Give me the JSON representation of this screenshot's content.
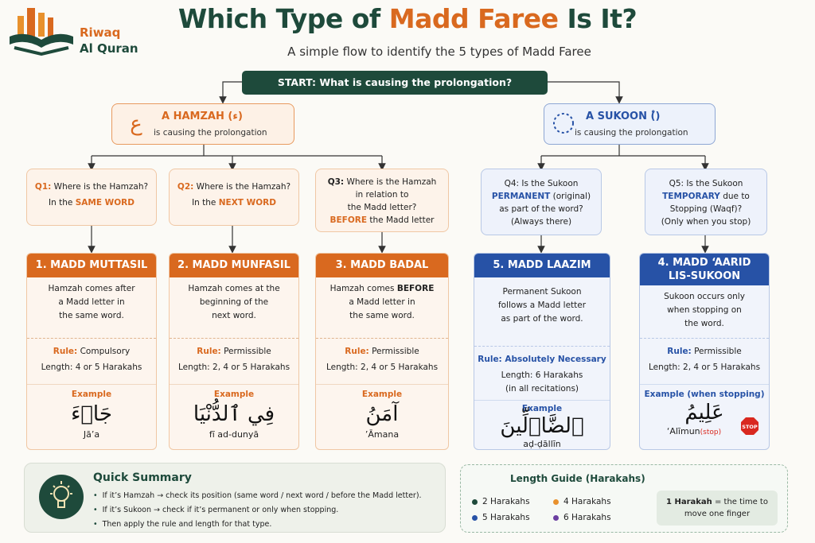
{
  "logo": {
    "line1": "Riwaq",
    "line2": "Al Quran"
  },
  "header": {
    "title_part1": "Which Type of ",
    "title_accent": "Madd Faree",
    "title_part2": " Is It?",
    "subtitle": "A simple flow to identify the 5 types of Madd Faree"
  },
  "start": "START: What is causing the prolongation?",
  "causes": {
    "hamzah": {
      "title": "A HAMZAH (ء)",
      "sub": "is causing the prolongation",
      "glyph": "ع"
    },
    "sukoon": {
      "title": "A SUKOON (ْ)",
      "sub": "is causing the prolongation"
    }
  },
  "questions": [
    {
      "l1a": "Q1:",
      "l1b": " Where is the Hamzah?",
      "l2a": "In the ",
      "l2b": "SAME WORD",
      "l2c": ""
    },
    {
      "l1a": "Q2:",
      "l1b": " Where is the Hamzah?",
      "l2a": "In the ",
      "l2b": "NEXT WORD",
      "l2c": ""
    },
    {
      "l1a": "Q3:",
      "l1b": " Where is the Hamzah",
      "l2": "in relation to",
      "l3": "the Madd letter?",
      "l4a": "BEFORE",
      "l4b": " the Madd letter"
    },
    {
      "l1": "Q4: Is the Sukoon",
      "l2a": "PERMANENT",
      "l2b": " (original)",
      "l3": "as part of the word?",
      "l4": "(Always there)"
    },
    {
      "l1": "Q5: Is the Sukoon",
      "l2a": "TEMPORARY",
      "l2b": " due to",
      "l3": "Stopping (Waqf)?",
      "l4": "(Only when you stop)"
    }
  ],
  "cards": [
    {
      "head": "1. MADD MUTTASIL",
      "desc": [
        "Hamzah comes after",
        "a Madd letter in",
        "the same word."
      ],
      "rule_label": "Rule:",
      "rule": "  Compulsory",
      "length": "Length:  4 or 5 Harakahs",
      "ex_label": "Example",
      "arabic": "جَاۤءَ",
      "translit": "Jā’a"
    },
    {
      "head": "2. MADD MUNFASIL",
      "desc": [
        "Hamzah comes at the",
        "beginning of the",
        "next word."
      ],
      "rule_label": "Rule:",
      "rule": " Permissible",
      "length": "Length: 2, 4 or 5 Harakahs",
      "ex_label": "Example",
      "arabic": "فِي ٱلدُّنْيَا",
      "translit": "fī ad-dunyā"
    },
    {
      "head": "3. MADD BADAL",
      "desc_a": "Hamzah comes ",
      "desc_b": "BEFORE",
      "desc": [
        "a Madd letter in",
        "the same word."
      ],
      "rule_label": "Rule:",
      "rule": " Permissible",
      "length": "Length: 2, 4 or 5 Harakahs",
      "ex_label": "Example",
      "arabic": "آمَنُ",
      "translit": "’Āmana"
    },
    {
      "head": "5. MADD LAAZIM",
      "desc": [
        "Permanent Sukoon",
        "follows a Madd letter",
        "as part of the word."
      ],
      "rule_label": "Rule: Absolutely Necessary",
      "rule": "",
      "length": "Length: 6 Harakahs",
      "length2": "(in all recitations)",
      "ex_label": "Example",
      "arabic": "ٱلضَّاۤلِّينَ",
      "translit": "aḍ-ḍāllīn"
    },
    {
      "head": "4. MADD ‘AARID LIS-SUKOON",
      "head1": "4. MADD ‘AARID",
      "head2": "LIS-SUKOON",
      "desc": [
        "Sukoon occurs only",
        "when stopping on",
        "the word."
      ],
      "rule_label": "Rule:",
      "rule": " Permissible",
      "length": "Length: 2, 4 or 5 Harakahs",
      "ex_label": "Example (when stopping)",
      "arabic": "عَلِيمُ",
      "translit": "‘Alīmun",
      "stop_note": "(stop)",
      "stop_sign": "STOP"
    }
  ],
  "summary": {
    "title": "Quick Summary",
    "items": [
      "If it’s Hamzah → check its position (same word / next word / before the Madd letter).",
      "If it’s Sukoon → check if it’s permanent or only when stopping.",
      "Then apply the rule and length for that type."
    ]
  },
  "guide": {
    "title": "Length Guide (Harakahs)",
    "items": [
      {
        "label": "2 Harakahs",
        "color": "#1e4a3b"
      },
      {
        "label": "4 Harakahs",
        "color": "#e8912d"
      },
      {
        "label": "5 Harakahs",
        "color": "#2752a6"
      },
      {
        "label": "6 Harakahs",
        "color": "#6b3fa0"
      }
    ],
    "note_bold": "1 Harakah",
    "note_rest": " = the time to",
    "note_line2": "move one finger"
  }
}
